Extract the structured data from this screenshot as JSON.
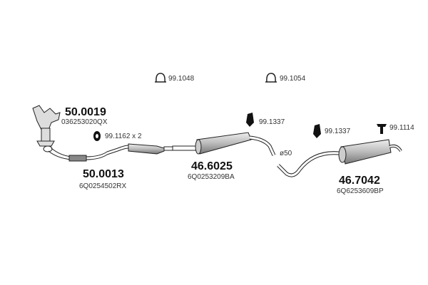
{
  "parts": [
    {
      "article": "50.0019",
      "oe": "036253020QX"
    },
    {
      "article": "50.0013",
      "oe": "6Q0254502RX"
    },
    {
      "article": "46.6025",
      "oe": "6Q0253209BA"
    },
    {
      "article": "46.7042",
      "oe": "6Q6253609BP"
    }
  ],
  "accessories": [
    {
      "code": "99.1048",
      "icon": "clamp-icon"
    },
    {
      "code": "99.1054",
      "icon": "clamp-icon"
    },
    {
      "code": "99.1162 x 2",
      "icon": "rubber-mount-icon"
    },
    {
      "code": "99.1337",
      "icon": "rubber-hanger-icon"
    },
    {
      "code": "99.1337",
      "icon": "rubber-hanger-icon"
    },
    {
      "code": "99.1114",
      "icon": "bracket-icon"
    }
  ],
  "pipe_diameter": "ø50"
}
